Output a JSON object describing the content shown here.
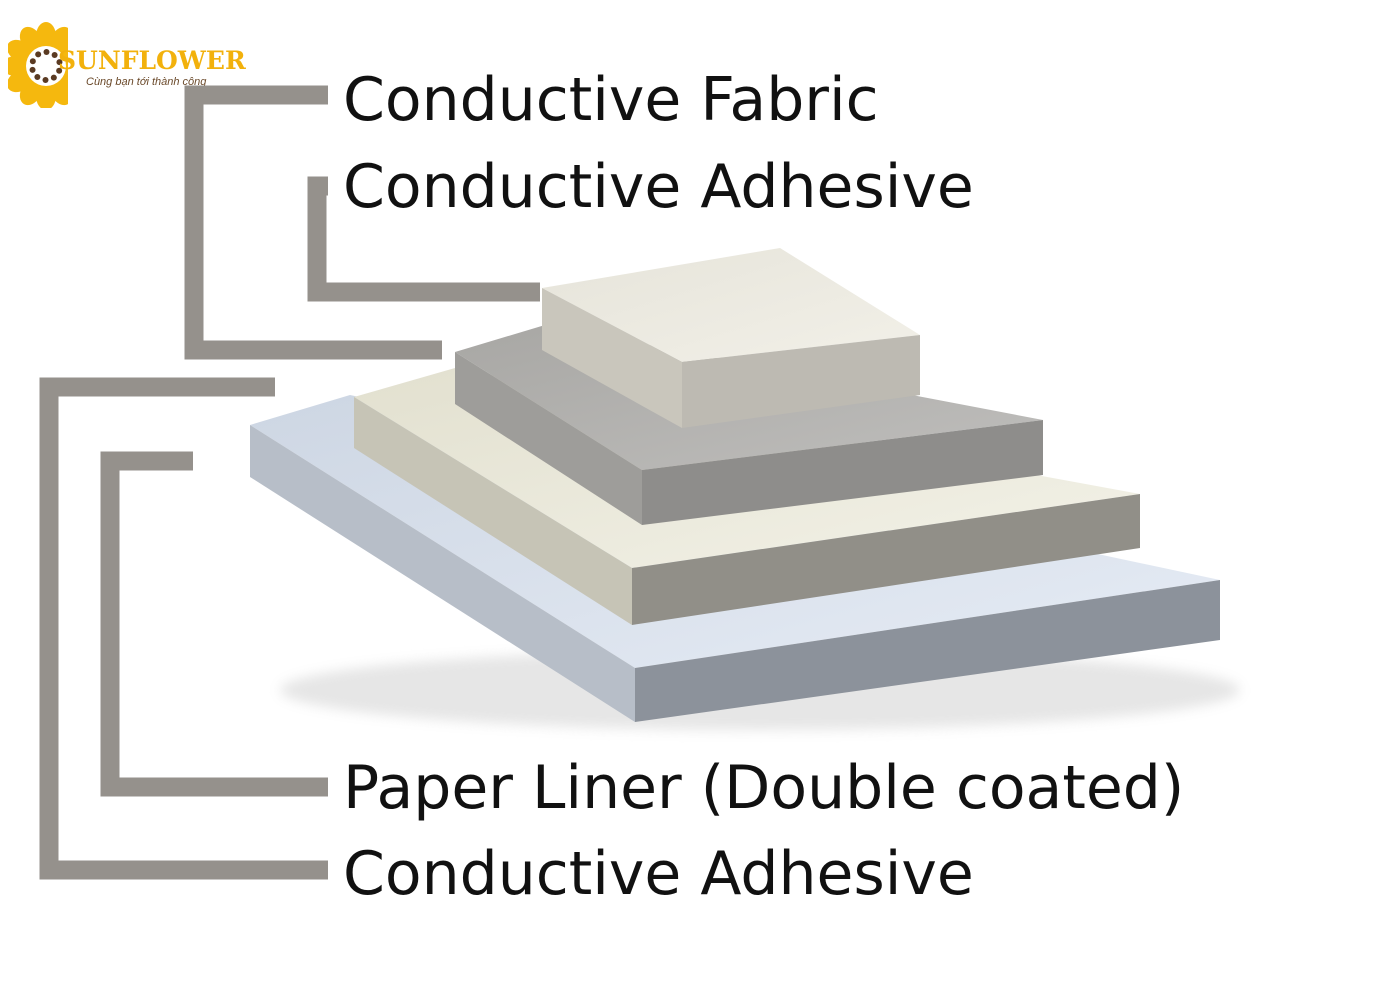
{
  "logo": {
    "brand": "SUNFLOWER",
    "tagline": "Cùng bạn tới thành công",
    "petal_color": "#f5b80e",
    "seed_color": "#5a3a22"
  },
  "layers": {
    "top": [
      "Conductive Fabric",
      "Conductive Adhesive"
    ],
    "bottom": [
      "Paper Liner (Double coated)",
      "Conductive Adhesive"
    ]
  },
  "colors": {
    "leader_line": "#95918c",
    "fabric_top": "#efede4",
    "fabric_side": "#bdbab0",
    "adhesive_top": "#b4b3b1",
    "adhesive_side": "#8f8e8c",
    "paper_top": "#efeee0",
    "paper_side": "#8f8d86",
    "base_top": "#dfe6f0",
    "base_side": "#8d939c"
  }
}
